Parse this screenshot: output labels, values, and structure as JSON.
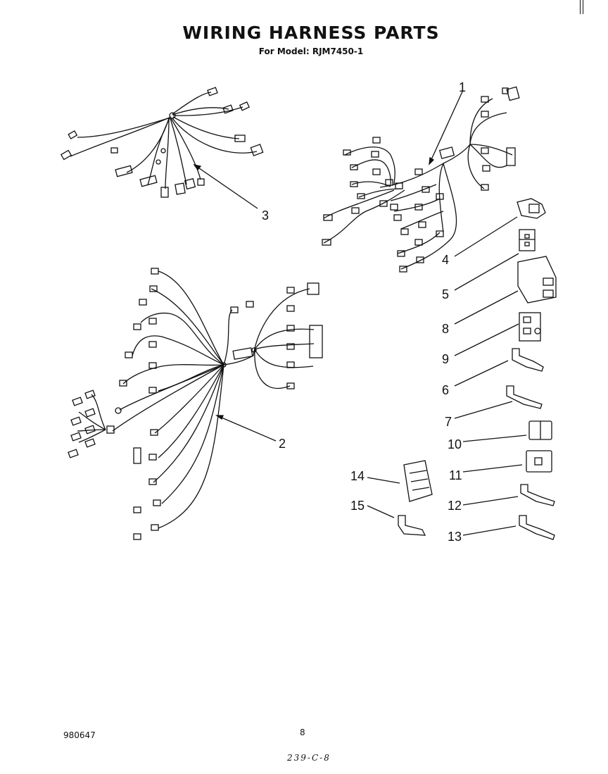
{
  "header": {
    "title": "WIRING HARNESS PARTS",
    "subtitle": "For Model: RJM7450-1"
  },
  "callouts": [
    {
      "id": "1",
      "label": "1"
    },
    {
      "id": "2",
      "label": "2"
    },
    {
      "id": "3",
      "label": "3"
    },
    {
      "id": "4",
      "label": "4"
    },
    {
      "id": "5",
      "label": "5"
    },
    {
      "id": "6",
      "label": "6"
    },
    {
      "id": "7",
      "label": "7"
    },
    {
      "id": "8",
      "label": "8"
    },
    {
      "id": "9",
      "label": "9"
    },
    {
      "id": "10",
      "label": "10"
    },
    {
      "id": "11",
      "label": "11"
    },
    {
      "id": "12",
      "label": "12"
    },
    {
      "id": "13",
      "label": "13"
    },
    {
      "id": "14",
      "label": "14"
    },
    {
      "id": "15",
      "label": "15"
    }
  ],
  "footer": {
    "doc_number": "980647",
    "page_number": "8",
    "handwritten_note": "239-C-8"
  }
}
